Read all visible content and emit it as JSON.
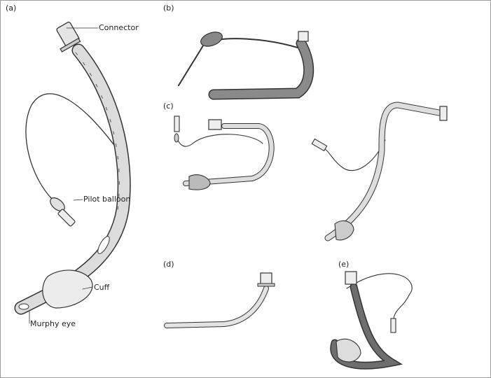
{
  "panels": {
    "a": "(a)",
    "b": "(b)",
    "c": "(c)",
    "d": "(d)",
    "e": "(e)"
  },
  "annotations": {
    "connector": "Connector",
    "pilot_balloon": "Pilot balloon",
    "cuff": "Cuff",
    "murphy_eye": "Murphy eye"
  },
  "colors": {
    "outline": "#333333",
    "tube_fill": "#d9d9d9",
    "dark_tube": "#6e6e6e",
    "border": "#9a9a9a"
  }
}
